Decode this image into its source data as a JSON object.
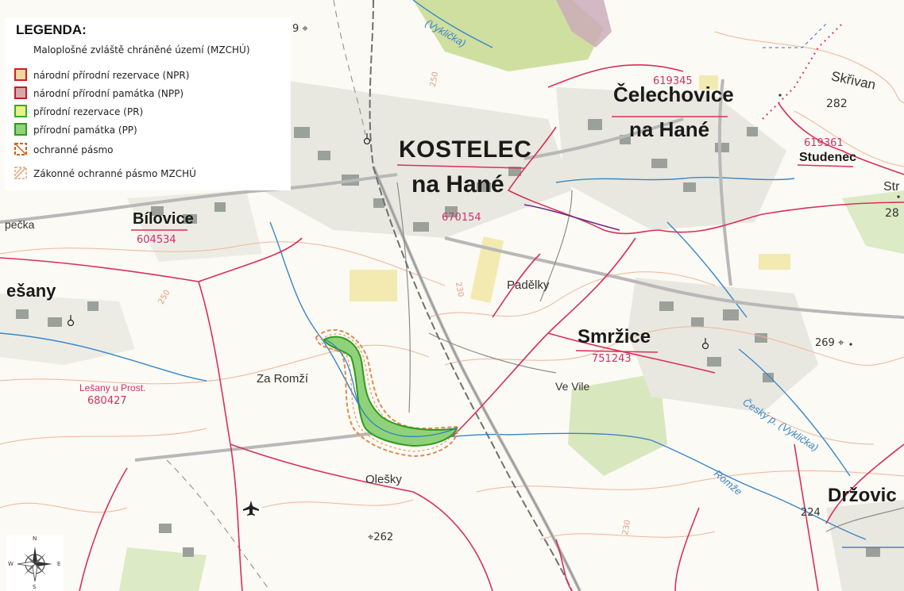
{
  "legend": {
    "title": "LEGENDA:",
    "subtitle": "Maloplošné zvláště chráněné území (MZCHÚ)",
    "items": [
      {
        "label": "národní přírodní rezervace (NPR)",
        "fill": "#f5d5a0",
        "border": "#d81a1a"
      },
      {
        "label": "národní přírodní památka (NPP)",
        "fill": "#d8a8a8",
        "border": "#c02020"
      },
      {
        "label": "přírodní rezervace (PR)",
        "fill": "#eaf08a",
        "border": "#3aaa22"
      },
      {
        "label": "přírodní památka (PP)",
        "fill": "#8fd27a",
        "border": "#2e9a1e"
      },
      {
        "label": "ochranné pásmo",
        "fill": "none",
        "border": "#d06018"
      },
      {
        "label": "Zákonné ochranné pásmo MZCHÚ",
        "fill": "none",
        "border": "#e08a50"
      }
    ]
  },
  "map": {
    "towns": [
      {
        "id": "kostelec-1",
        "text": "KOSTELEC"
      },
      {
        "id": "kostelec-2",
        "text": "na Hané"
      },
      {
        "id": "celechovice-1",
        "text": "Čelechovice"
      },
      {
        "id": "celechovice-2",
        "text": "na Hané"
      },
      {
        "id": "smrzice",
        "text": "Smržice"
      },
      {
        "id": "bilovice",
        "text": "Bílovice"
      },
      {
        "id": "lesany",
        "text": "ešany"
      },
      {
        "id": "drzovice",
        "text": "Držovic"
      },
      {
        "id": "studenec",
        "text": "Studenec"
      },
      {
        "id": "skrivan",
        "text": "Skřivan"
      },
      {
        "id": "str",
        "text": "Str"
      }
    ],
    "codes": [
      {
        "id": "kostelec",
        "text": "670154"
      },
      {
        "id": "celechovice",
        "text": "619345"
      },
      {
        "id": "studenec",
        "text": "619361"
      },
      {
        "id": "smrzice",
        "text": "751243"
      },
      {
        "id": "bilovice",
        "text": "604534"
      },
      {
        "id": "lesany",
        "text": "680427"
      }
    ],
    "localities": [
      {
        "id": "za-romzi",
        "text": "Za Romží"
      },
      {
        "id": "padelky",
        "text": "Padělky"
      },
      {
        "id": "ve-vile",
        "text": "Ve Vile"
      },
      {
        "id": "olesky",
        "text": "Olešky"
      },
      {
        "id": "becka",
        "text": "pečka"
      }
    ],
    "cadastral": [
      {
        "id": "lesany-u-prost",
        "text": "Lešany u Prost."
      }
    ],
    "elevations": [
      {
        "id": "e282",
        "text": "282"
      },
      {
        "id": "e269",
        "text": "269 ⌖"
      },
      {
        "id": "e262",
        "text": "⌖262"
      },
      {
        "id": "e224",
        "text": "224"
      },
      {
        "id": "e28",
        "text": "28"
      },
      {
        "id": "e9",
        "text": "9 ⌖"
      }
    ],
    "contours": [
      {
        "id": "c250a",
        "text": "250"
      },
      {
        "id": "c250b",
        "text": "250"
      },
      {
        "id": "c230a",
        "text": "230"
      },
      {
        "id": "c230b",
        "text": "230"
      }
    ],
    "waters": [
      {
        "id": "cesky-potok",
        "text": "Český p. (Vyklička)"
      },
      {
        "id": "romze",
        "text": "Romže"
      },
      {
        "id": "vyklicka-top",
        "text": "(Vyklička)"
      }
    ]
  },
  "compass": {
    "n": "N",
    "s": "S",
    "e": "E",
    "w": "W"
  }
}
